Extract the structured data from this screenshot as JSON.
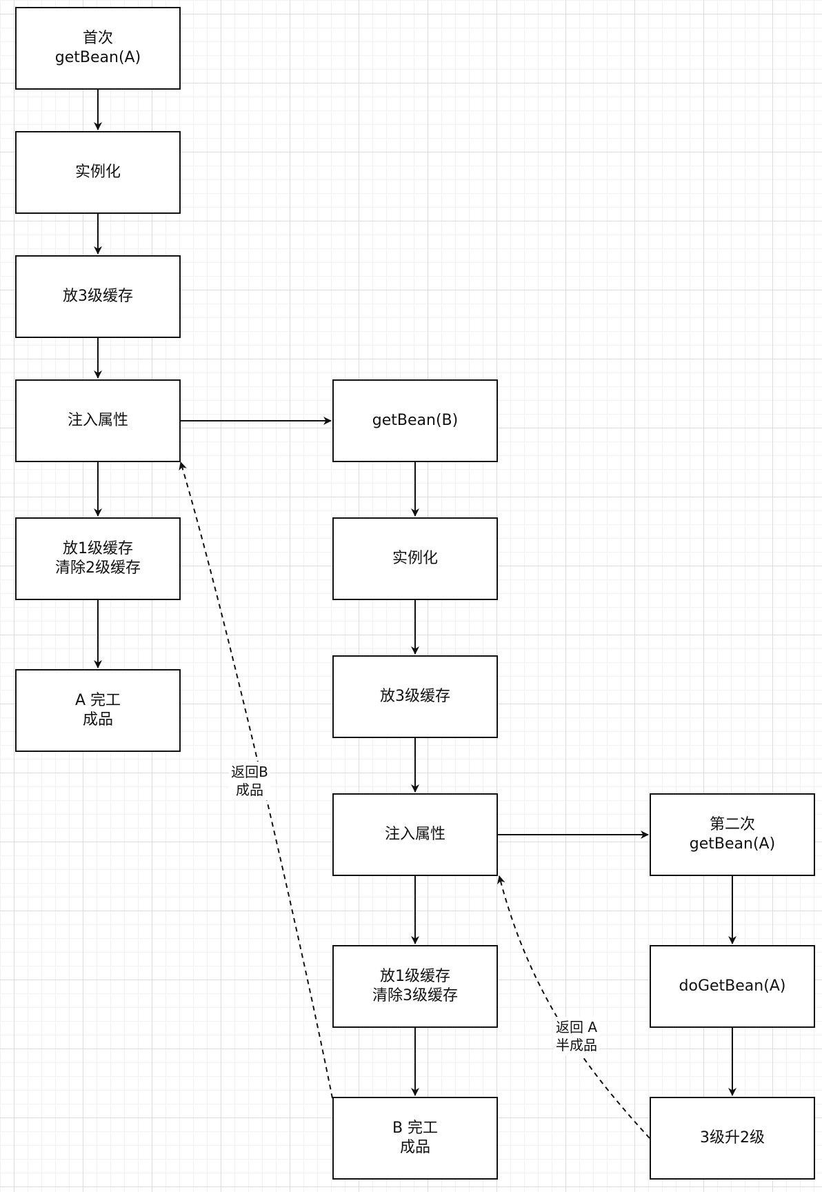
{
  "nodes": [
    {
      "id": "a-first-getbean",
      "label": "首次\ngetBean(A)"
    },
    {
      "id": "a-instantiate",
      "label": "实例化"
    },
    {
      "id": "a-put-l3-cache",
      "label": "放3级缓存"
    },
    {
      "id": "a-inject-props",
      "label": "注入属性"
    },
    {
      "id": "a-put-l1-clear-l2",
      "label": "放1级缓存\n清除2级缓存"
    },
    {
      "id": "a-done",
      "label": "A 完工\n成品"
    },
    {
      "id": "b-getbean",
      "label": "getBean(B)"
    },
    {
      "id": "b-instantiate",
      "label": "实例化"
    },
    {
      "id": "b-put-l3-cache",
      "label": "放3级缓存"
    },
    {
      "id": "b-inject-props",
      "label": "注入属性"
    },
    {
      "id": "b-put-l1-clear-l3",
      "label": "放1级缓存\n清除3级缓存"
    },
    {
      "id": "b-done",
      "label": "B 完工\n成品"
    },
    {
      "id": "a-second-getbean",
      "label": "第二次\ngetBean(A)"
    },
    {
      "id": "do-getbean-a",
      "label": "doGetBean(A)"
    },
    {
      "id": "l3-to-l2",
      "label": "3级升2级"
    }
  ],
  "edge_labels": {
    "return_b": "返回B\n成品",
    "return_a": "返回 A\n半成品"
  }
}
